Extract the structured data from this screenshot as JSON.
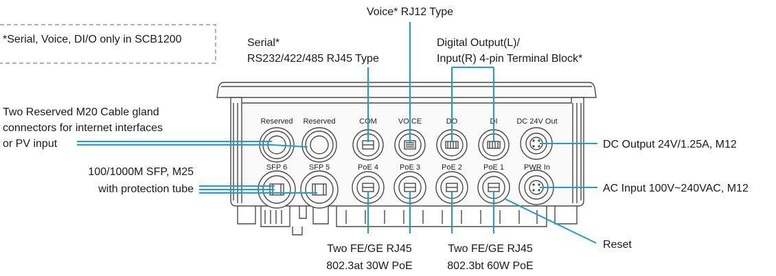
{
  "note": "*Serial, Voice, DI/O only in SCB1200",
  "port_labels": {
    "reserved_1": "Reserved",
    "reserved_2": "Reserved",
    "com": "COM",
    "voice": "VOICE",
    "do": "DO",
    "di": "DI",
    "dc_out": "DC 24V Out",
    "sfp6": "SFP 6",
    "sfp5": "SFP 5",
    "poe4": "PoE 4",
    "poe3": "PoE 3",
    "poe2": "PoE 2",
    "poe1": "PoE 1",
    "pwr_in": "PWR In"
  },
  "callouts": {
    "voice": "Voice* RJ12 Type",
    "serial_line1": "Serial*",
    "serial_line2": "RS232/422/485 RJ45 Type",
    "digital_line1": "Digital Output(L)/",
    "digital_line2": "Input(R) 4-pin Terminal Block*",
    "gland_line1": "Two Reserved M20 Cable gland",
    "gland_line2": "connectors for internet interfaces",
    "gland_line3": "or PV input",
    "sfp_line1": "100/1000M SFP, M25",
    "sfp_line2": "with protection tube",
    "dc_output": "DC Output 24V/1.25A, M12",
    "ac_input": "AC Input 100V~240VAC, M12",
    "reset": "Reset",
    "poe_at_line1": "Two FE/GE RJ45",
    "poe_at_line2": "802.3at 30W PoE",
    "poe_bt_line1": "Two FE/GE RJ45",
    "poe_bt_line2": "802.3bt 60W PoE"
  },
  "colors": {
    "callout_line": "#1a9fd4",
    "note_border": "#9a9a9a",
    "device_outline": "#4a4a4a"
  }
}
